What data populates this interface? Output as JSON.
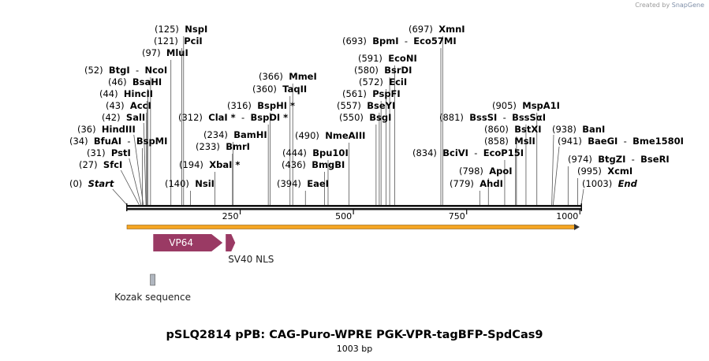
{
  "credit": {
    "prefix": "Created by",
    "brand": "SnapGene"
  },
  "title": "pSLQ2814 pPB: CAG-Puro-WPRE PGK-VPR-tagBFP-SpdCas9",
  "subtitle": "1003 bp",
  "sequence_length": 1003,
  "tick_labels": [
    "250",
    "500",
    "750",
    "1000"
  ],
  "ticks": [
    250,
    500,
    750,
    1000
  ],
  "sites": [
    {
      "pos": "(0)",
      "name": "Start",
      "italic": true,
      "at": 0
    },
    {
      "pos": "(27)",
      "name": "SfcI",
      "at": 27
    },
    {
      "pos": "(31)",
      "name": "PstI",
      "at": 31
    },
    {
      "pos": "(34)",
      "name": "BfuAI",
      "name2": "BspMI",
      "at": 34
    },
    {
      "pos": "(36)",
      "name": "HindIII",
      "at": 36
    },
    {
      "pos": "(42)",
      "name": "SalI",
      "at": 42
    },
    {
      "pos": "(43)",
      "name": "AccI",
      "at": 43
    },
    {
      "pos": "(44)",
      "name": "HincII",
      "at": 44
    },
    {
      "pos": "(46)",
      "name": "BsaHI",
      "at": 46
    },
    {
      "pos": "(52)",
      "name": "BtgI",
      "name2": "NcoI",
      "at": 52
    },
    {
      "pos": "(97)",
      "name": "MluI",
      "at": 97
    },
    {
      "pos": "(121)",
      "name": "PciI",
      "at": 121
    },
    {
      "pos": "(125)",
      "name": "NspI",
      "at": 125
    },
    {
      "pos": "(140)",
      "name": "NsiI",
      "at": 140
    },
    {
      "pos": "(194)",
      "name": "XbaI *",
      "at": 194
    },
    {
      "pos": "(233)",
      "name": "BmrI",
      "at": 233
    },
    {
      "pos": "(234)",
      "name": "BamHI",
      "at": 234
    },
    {
      "pos": "(312)",
      "name": "ClaI *",
      "name2": "BspDI *",
      "at": 312
    },
    {
      "pos": "(316)",
      "name": "BspHI *",
      "at": 316
    },
    {
      "pos": "(360)",
      "name": "TaqII",
      "at": 360
    },
    {
      "pos": "(366)",
      "name": "MmeI",
      "at": 366
    },
    {
      "pos": "(394)",
      "name": "EaeI",
      "at": 394
    },
    {
      "pos": "(436)",
      "name": "BmgBI",
      "at": 436
    },
    {
      "pos": "(444)",
      "name": "Bpu10I",
      "at": 444
    },
    {
      "pos": "(490)",
      "name": "NmeAIII",
      "at": 490
    },
    {
      "pos": "(550)",
      "name": "BsgI",
      "at": 550
    },
    {
      "pos": "(557)",
      "name": "BseYI",
      "at": 557
    },
    {
      "pos": "(561)",
      "name": "PspFI",
      "at": 561
    },
    {
      "pos": "(572)",
      "name": "EciI",
      "at": 572
    },
    {
      "pos": "(580)",
      "name": "BsrDI",
      "at": 580
    },
    {
      "pos": "(591)",
      "name": "EcoNI",
      "at": 591
    },
    {
      "pos": "(693)",
      "name": "BpmI",
      "name2": "Eco57MI",
      "at": 693
    },
    {
      "pos": "(697)",
      "name": "XmnI",
      "at": 697
    },
    {
      "pos": "(779)",
      "name": "AhdI",
      "at": 779
    },
    {
      "pos": "(798)",
      "name": "ApoI",
      "at": 798
    },
    {
      "pos": "(834)",
      "name": "BciVI",
      "name2": "EcoP15I",
      "at": 834
    },
    {
      "pos": "(858)",
      "name": "MslI",
      "at": 858
    },
    {
      "pos": "(860)",
      "name": "BstXI",
      "at": 860
    },
    {
      "pos": "(881)",
      "name": "BssSI",
      "name2": "BssSαI",
      "at": 881
    },
    {
      "pos": "(905)",
      "name": "MspA1I",
      "at": 905
    },
    {
      "pos": "(938)",
      "name": "BanI",
      "at": 938
    },
    {
      "pos": "(941)",
      "name": "BaeGI",
      "name2": "Bme1580I",
      "at": 941
    },
    {
      "pos": "(974)",
      "name": "BtgZI",
      "name2": "BseRI",
      "at": 974
    },
    {
      "pos": "(995)",
      "name": "XcmI",
      "at": 995
    },
    {
      "pos": "(1003)",
      "name": "End",
      "italic": true,
      "at": 1003
    }
  ],
  "features": {
    "vp64": {
      "label": "VP64",
      "start": 58,
      "end": 211,
      "color": "#9a3a64"
    },
    "sv40": {
      "label": "SV40 NLS",
      "start": 218,
      "end": 239,
      "color": "#9a3a64"
    },
    "kozak": {
      "label": "Kozak sequence",
      "start": 48,
      "end": 58,
      "color": "#b0b6bf"
    },
    "orf": {
      "start": 0,
      "end": 1003,
      "color": "#f5a623"
    }
  }
}
